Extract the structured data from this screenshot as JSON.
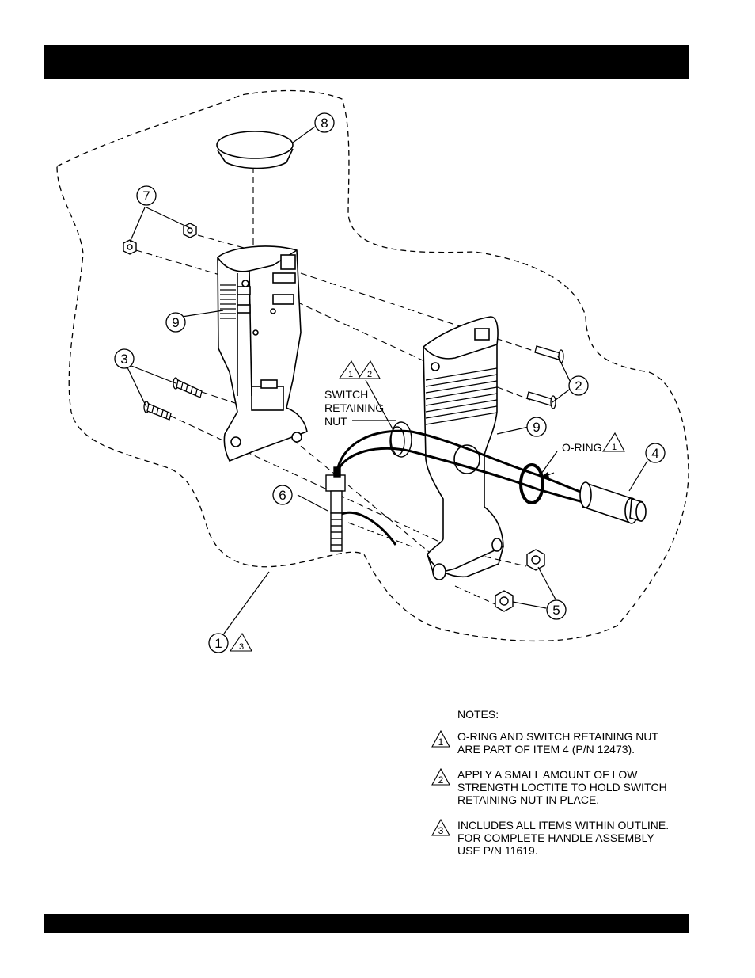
{
  "callouts": {
    "c1": "1",
    "c2": "2",
    "c3": "3",
    "c4": "4",
    "c5": "5",
    "c6": "6",
    "c7": "7",
    "c8": "8",
    "c9a": "9",
    "c9b": "9"
  },
  "labels": {
    "switch_line1": "SWITCH",
    "switch_line2": "RETAINING",
    "switch_line3": "NUT",
    "oring": "O-RING"
  },
  "note_refs": {
    "oring_ref": "1",
    "switch_ref1": "1",
    "switch_ref2": "2",
    "outline_ref": "3"
  },
  "notes": {
    "title": "NOTES:",
    "items": [
      {
        "ref": "1",
        "lines": [
          "O-RING AND SWITCH RETAINING NUT",
          "ARE PART OF ITEM 4 (P/N 12473)."
        ]
      },
      {
        "ref": "2",
        "lines": [
          "APPLY A SMALL AMOUNT OF LOW",
          "STRENGTH LOCTITE TO HOLD SWITCH",
          "RETAINING NUT IN PLACE."
        ]
      },
      {
        "ref": "3",
        "lines": [
          "INCLUDES ALL ITEMS WITHIN OUTLINE.",
          "FOR COMPLETE HANDLE ASSEMBLY",
          "USE P/N 11619."
        ]
      }
    ]
  }
}
